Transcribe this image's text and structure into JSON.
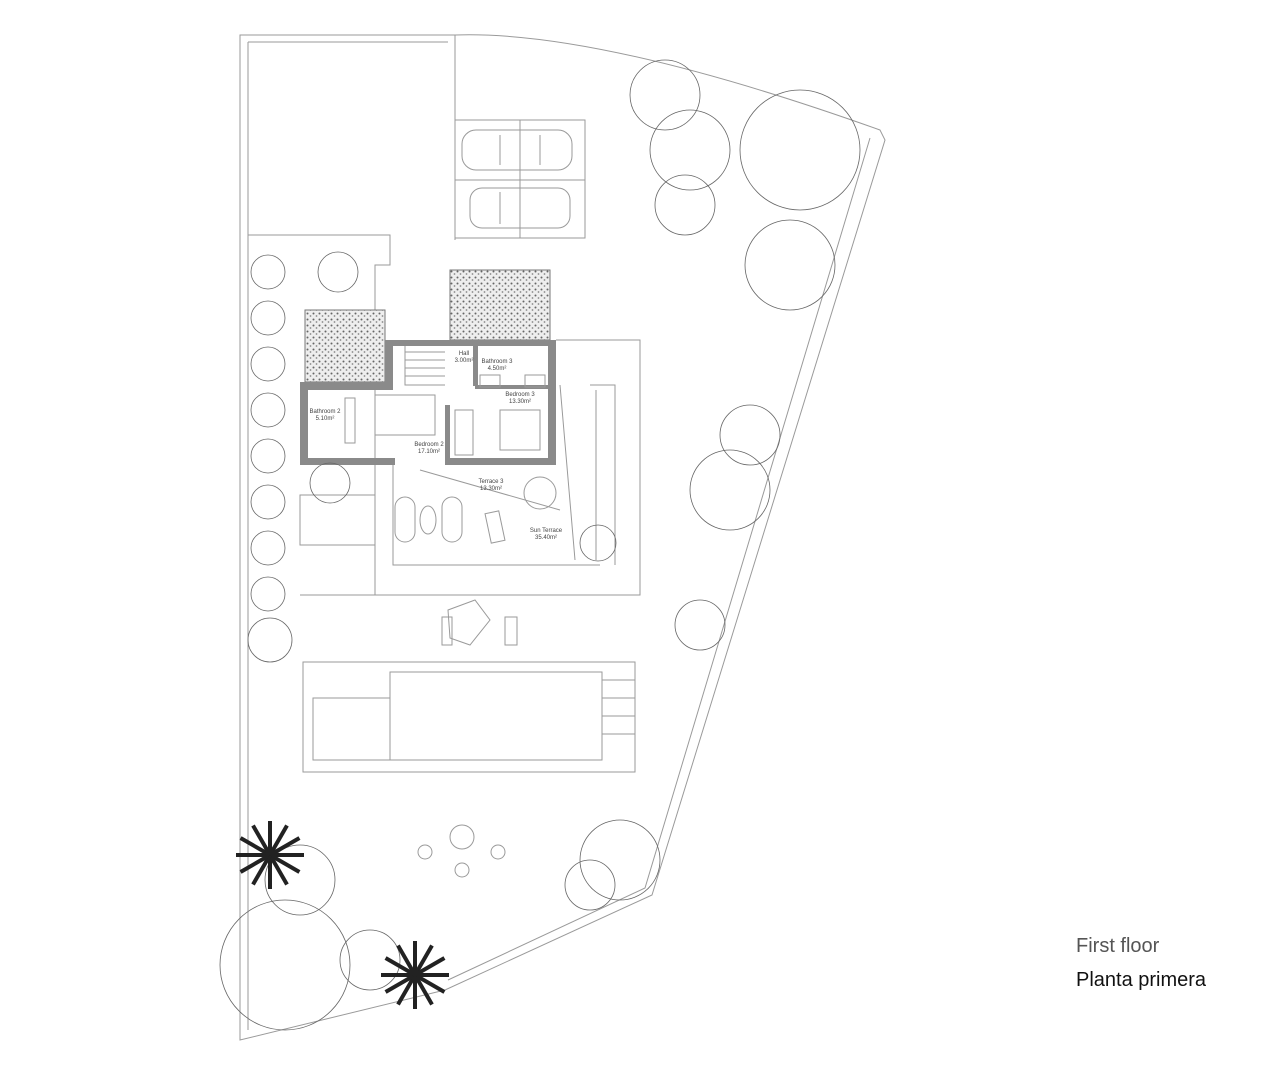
{
  "plan": {
    "rooms": [
      {
        "name": "Hall",
        "area": "3.00m²"
      },
      {
        "name": "Bathroom 3",
        "area": "4.50m²"
      },
      {
        "name": "Bedroom 3",
        "area": "13.30m²"
      },
      {
        "name": "Bathroom 2",
        "area": "5.10m²"
      },
      {
        "name": "Bedroom 2",
        "area": "17.10m²"
      },
      {
        "name": "Terrace 3",
        "area": "13.30m²"
      },
      {
        "name": "Sun Terrace",
        "area": "35.40m²"
      }
    ]
  },
  "caption": {
    "en": "First floor",
    "es": "Planta primera"
  },
  "colors": {
    "wall": "#8a8a8a",
    "line": "#9a9a9a",
    "text": "#111111"
  }
}
